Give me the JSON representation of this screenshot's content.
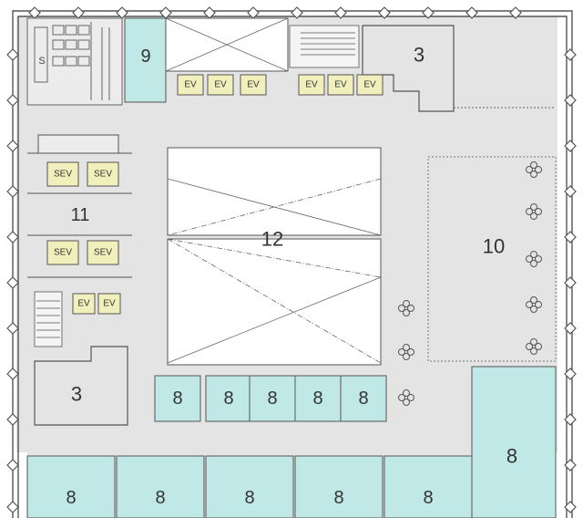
{
  "colors": {
    "corridor": "#e4e4e4",
    "room": "#bfe8e6",
    "elevator": "#f1f0bd",
    "void": "#ffffff",
    "wall": "#555555",
    "line": "#666666"
  },
  "labels": {
    "room_9": "9",
    "room_3_top": "3",
    "room_3_bottom": "3",
    "room_10": "10",
    "room_11": "11",
    "room_12": "12",
    "room_8_small": [
      "8",
      "8",
      "8",
      "8",
      "8"
    ],
    "room_8_large": [
      "8",
      "8",
      "8",
      "8",
      "8"
    ],
    "room_8_right": "8",
    "elevator": "EV",
    "freight_elevator": "SEV"
  },
  "icons": {
    "stair": "stair-icon",
    "toilet": "toilet-icon",
    "planter": "planter-icon",
    "column": "column-icon"
  }
}
